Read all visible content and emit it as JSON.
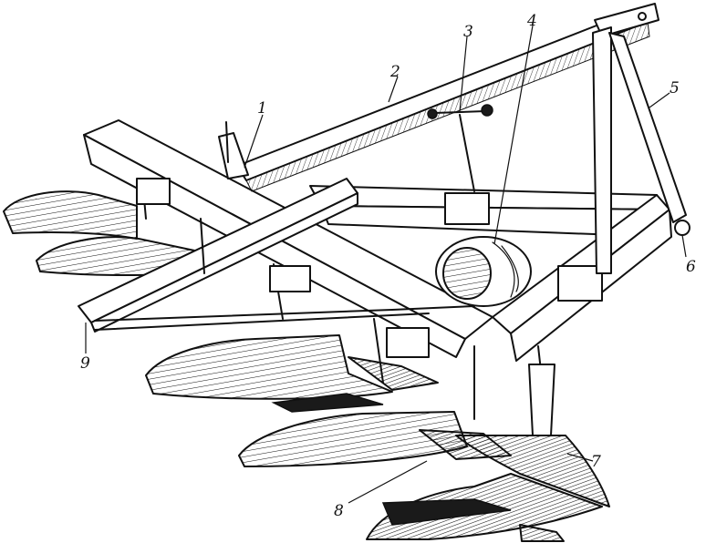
{
  "figure": {
    "ink_color": "#111111",
    "background_color": "#ffffff",
    "callouts": [
      {
        "id": "c1",
        "label": "1"
      },
      {
        "id": "c2",
        "label": "2"
      },
      {
        "id": "c3",
        "label": "3"
      },
      {
        "id": "c4",
        "label": "4"
      },
      {
        "id": "c5",
        "label": "5"
      },
      {
        "id": "c6",
        "label": "6"
      },
      {
        "id": "c7",
        "label": "7"
      },
      {
        "id": "c8",
        "label": "8"
      },
      {
        "id": "c9",
        "label": "9"
      }
    ]
  }
}
